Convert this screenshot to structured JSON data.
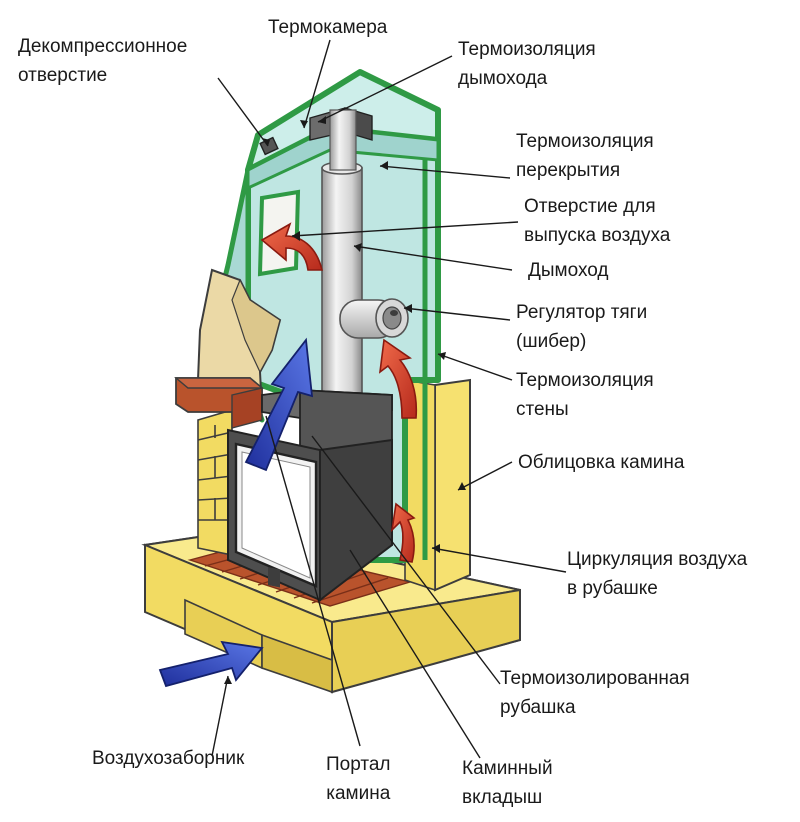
{
  "labels": {
    "decompression": {
      "line1": "Декомпрессионное",
      "line2": "отверстие"
    },
    "thermo_chamber": "Термокамера",
    "chimney_insulation": {
      "line1": "Термоизоляция",
      "line2": "дымохода"
    },
    "ceiling_insulation": {
      "line1": "Термоизоляция",
      "line2": "перекрытия"
    },
    "air_outlet": {
      "line1": "Отверстие для",
      "line2": "выпуска воздуха"
    },
    "chimney": "Дымоход",
    "draft_regulator": {
      "line1": "Регулятор тяги",
      "line2": "(шибер)"
    },
    "wall_insulation": {
      "line1": "Термоизоляция",
      "line2": "стены"
    },
    "cladding": "Облицовка камина",
    "air_circulation": {
      "line1": "Циркуляция воздуха",
      "line2": "в рубашке"
    },
    "insulated_jacket": {
      "line1": "Термоизолированная",
      "line2": "рубашка"
    },
    "air_intake": "Воздухозаборник",
    "portal": {
      "line1": "Портал",
      "line2": "камина"
    },
    "insert": {
      "line1": "Каминный",
      "line2": "вкладыш"
    }
  },
  "colors": {
    "green_frame": "#2f9a45",
    "glass_fill": "#bfe6e2",
    "glass_fill_dark": "#a9d9d4",
    "yellow_cladding": "#f6e170",
    "yellow_dark": "#d8b93a",
    "brick": "#b9532c",
    "insert_grey": "#4e4e4e",
    "stone": "#ebd9a6",
    "arrow_red": "#d9412e",
    "arrow_blue": "#2a45b8",
    "pipe_light": "#e6e6e6"
  }
}
